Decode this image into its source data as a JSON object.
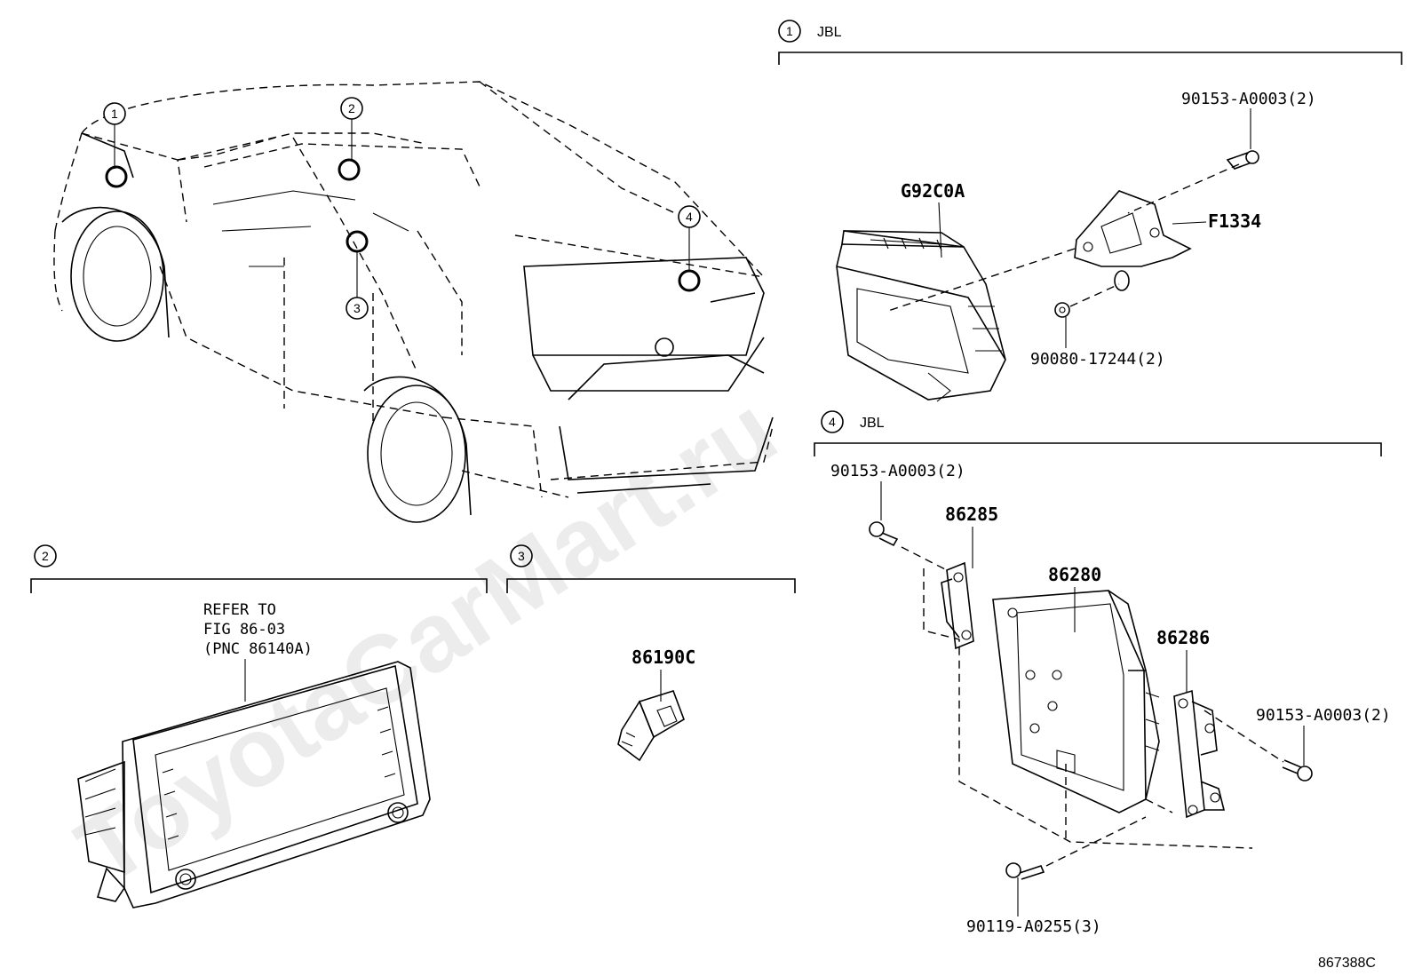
{
  "sections": {
    "s1": {
      "num": "1",
      "title": "JBL"
    },
    "s2": {
      "num": "2"
    },
    "s3": {
      "num": "3"
    },
    "s4": {
      "num": "4",
      "title": "JBL"
    }
  },
  "callouts": [
    "1",
    "2",
    "3",
    "4"
  ],
  "parts": {
    "g92c0a": "G92C0A",
    "f1334": "F1334",
    "bolt_s1_top": "90153-A0003(2)",
    "nut_s1": "90080-17244(2)",
    "bolt_s4_left": "90153-A0003(2)",
    "p86285": "86285",
    "p86280": "86280",
    "p86286": "86286",
    "bolt_s4_right": "90153-A0003(2)",
    "bolt_s4_bottom": "90119-A0255(3)",
    "p86190c": "86190C"
  },
  "reference": {
    "line1": "REFER TO",
    "line2": "FIG 86-03",
    "line3": "(PNC 86140A)"
  },
  "watermark": "ToyotaCarMart.ru",
  "figure_id": "867388C"
}
